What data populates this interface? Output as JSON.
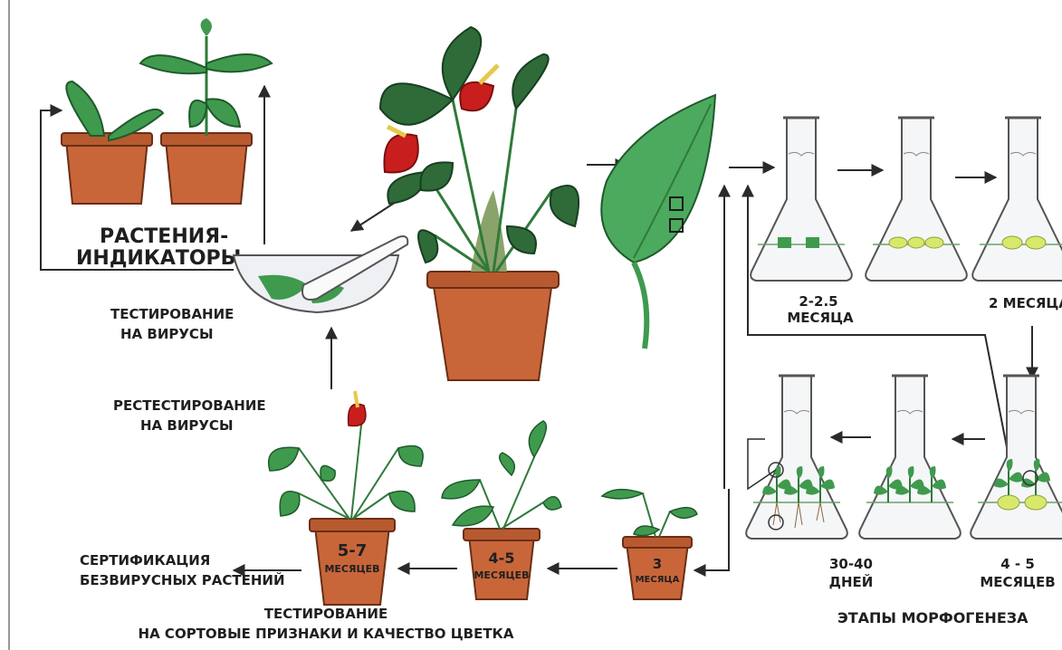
{
  "labels": {
    "indicator_plants_1": "РАСТЕНИЯ-",
    "indicator_plants_2": "ИНДИКАТОРЫ",
    "virus_testing_1": "ТЕСТИРОВАНИЕ",
    "virus_testing_2": "НА ВИРУСЫ",
    "retesting_1": "РЕСТЕСТИРОВАНИЕ",
    "retesting_2": "НА ВИРУСЫ",
    "certification_1": "СЕРТИФИКАЦИЯ",
    "certification_2": "БЕЗВИРУСНЫХ РАСТЕНИЙ",
    "variety_testing_1": "ТЕСТИРОВАНИЕ",
    "variety_testing_2": "НА СОРТОВЫЕ ПРИЗНАКИ И КАЧЕСТВО ЦВЕТКА",
    "morphogenesis_stages": "ЭТАПЫ МОРФОГЕНЕЗА"
  },
  "durations": {
    "stage1_value": "2-2.5",
    "stage1_unit": "МЕСЯЦА",
    "stage2": "2 МЕСЯЦА",
    "stage3_value": "4 - 5",
    "stage3_unit": "МЕСЯЦЕВ",
    "stage4_value": "30-40",
    "stage4_unit": "ДНЕЙ"
  },
  "pots": {
    "small_value": "3",
    "small_unit": "МЕСЯЦА",
    "medium_value": "4-5",
    "medium_unit": "МЕСЯЦЕВ",
    "large_value": "5-7",
    "large_unit": "МЕСЯЦЕВ"
  },
  "colors": {
    "pot": "#c8663a",
    "leaf": "#3f9a4e",
    "leaf_dark": "#1f5a2c",
    "flower": "#c81e1e",
    "callus": "#d8e86a",
    "line": "#2a2a2a"
  }
}
